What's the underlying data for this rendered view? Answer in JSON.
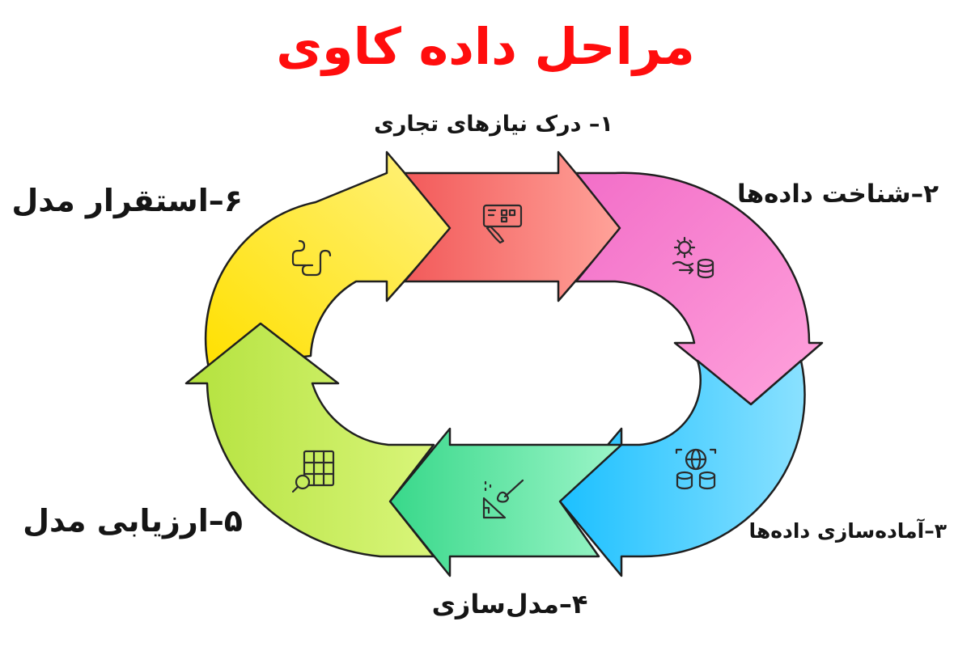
{
  "title": "مراحل داده کاوی",
  "steps": [
    {
      "label": "۱– درک نیازهای تجاری",
      "icon": "business-requirements-icon",
      "color_start": "#f25a5a",
      "color_end": "#ffa39a"
    },
    {
      "label": "۲–شناخت داده‌ها",
      "icon": "data-understanding-icon",
      "color_start": "#f26ec8",
      "color_end": "#ffa3dc"
    },
    {
      "label": "۳–آماده‌سازی داده‌ها",
      "icon": "data-preparation-icon",
      "color_start": "#1cc0ff",
      "color_end": "#8ae1ff"
    },
    {
      "label": "۴–مدل‌سازی",
      "icon": "modeling-icon",
      "color_start": "#38d88a",
      "color_end": "#9cf5c8"
    },
    {
      "label": "۵–ارزیابی مدل",
      "icon": "evaluation-icon",
      "color_start": "#b4e23e",
      "color_end": "#d9f57a"
    },
    {
      "label": "۶–استقرار مدل",
      "icon": "deployment-icon",
      "color_start": "#ffe000",
      "color_end": "#fff280"
    }
  ],
  "colors": {
    "title": "#ff0d0d",
    "label": "#151515",
    "icon": "#2b2b2b"
  }
}
